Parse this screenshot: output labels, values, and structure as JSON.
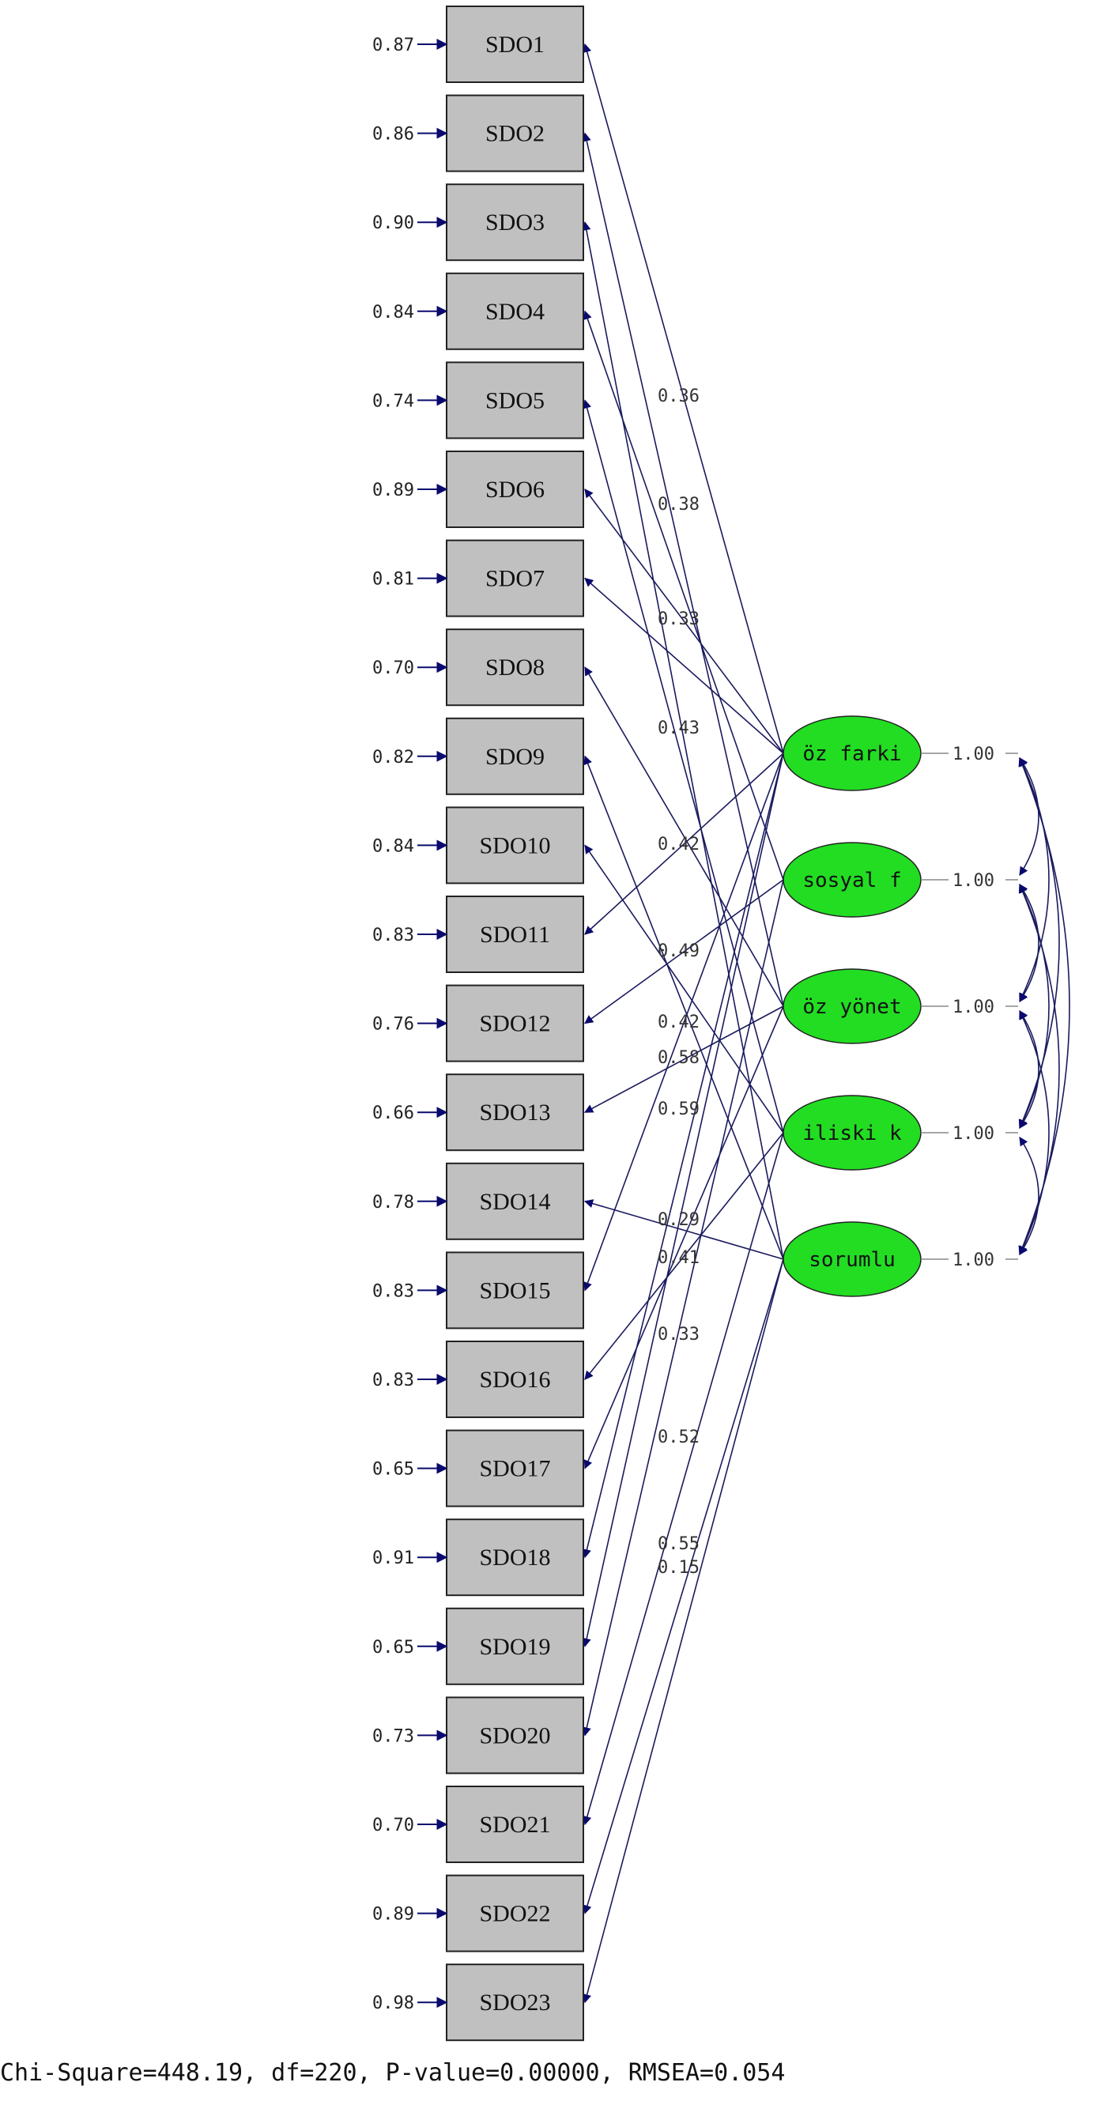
{
  "colors": {
    "observed_fill": "#c0c0c0",
    "latent_fill": "#22dd22",
    "arrow": "#1a1a5e"
  },
  "observed": [
    {
      "label": "SDO1",
      "error": "0.87"
    },
    {
      "label": "SDO2",
      "error": "0.86"
    },
    {
      "label": "SDO3",
      "error": "0.90"
    },
    {
      "label": "SDO4",
      "error": "0.84"
    },
    {
      "label": "SDO5",
      "error": "0.74"
    },
    {
      "label": "SDO6",
      "error": "0.89"
    },
    {
      "label": "SDO7",
      "error": "0.81"
    },
    {
      "label": "SDO8",
      "error": "0.70"
    },
    {
      "label": "SDO9",
      "error": "0.82"
    },
    {
      "label": "SDO10",
      "error": "0.84"
    },
    {
      "label": "SDO11",
      "error": "0.83"
    },
    {
      "label": "SDO12",
      "error": "0.76"
    },
    {
      "label": "SDO13",
      "error": "0.66"
    },
    {
      "label": "SDO14",
      "error": "0.78"
    },
    {
      "label": "SDO15",
      "error": "0.83"
    },
    {
      "label": "SDO16",
      "error": "0.83"
    },
    {
      "label": "SDO17",
      "error": "0.65"
    },
    {
      "label": "SDO18",
      "error": "0.91"
    },
    {
      "label": "SDO19",
      "error": "0.65"
    },
    {
      "label": "SDO20",
      "error": "0.73"
    },
    {
      "label": "SDO21",
      "error": "0.70"
    },
    {
      "label": "SDO22",
      "error": "0.89"
    },
    {
      "label": "SDO23",
      "error": "0.98"
    }
  ],
  "latent": [
    {
      "label": "öz farki",
      "variance": "1.00"
    },
    {
      "label": "sosyal f",
      "variance": "1.00"
    },
    {
      "label": "öz yönet",
      "variance": "1.00"
    },
    {
      "label": "iliski k",
      "variance": "1.00"
    },
    {
      "label": "sorumlu",
      "variance": "1.00"
    }
  ],
  "paths": [
    {
      "from": 0,
      "to": 0
    },
    {
      "from": 2,
      "to": 1
    },
    {
      "from": 4,
      "to": 2
    },
    {
      "from": 1,
      "to": 3
    },
    {
      "from": 3,
      "to": 4
    },
    {
      "from": 0,
      "to": 5
    },
    {
      "from": 0,
      "to": 6
    },
    {
      "from": 2,
      "to": 7
    },
    {
      "from": 4,
      "to": 8
    },
    {
      "from": 3,
      "to": 9
    },
    {
      "from": 0,
      "to": 10
    },
    {
      "from": 1,
      "to": 11
    },
    {
      "from": 2,
      "to": 12
    },
    {
      "from": 4,
      "to": 13
    },
    {
      "from": 0,
      "to": 14
    },
    {
      "from": 3,
      "to": 15
    },
    {
      "from": 2,
      "to": 16
    },
    {
      "from": 0,
      "to": 17
    },
    {
      "from": 0,
      "to": 18
    },
    {
      "from": 1,
      "to": 19
    },
    {
      "from": 3,
      "to": 20
    },
    {
      "from": 4,
      "to": 21
    },
    {
      "from": 4,
      "to": 22
    }
  ],
  "loading_labels": [
    "0.36",
    "0.38",
    "0.33",
    "0.43",
    "0.42",
    "0.49",
    "0.42",
    "0.58",
    "0.59",
    "0.29",
    "0.41",
    "0.33",
    "0.52",
    "0.55",
    "0.15"
  ],
  "footer": "Chi-Square=448.19, df=220, P-value=0.00000, RMSEA=0.054"
}
